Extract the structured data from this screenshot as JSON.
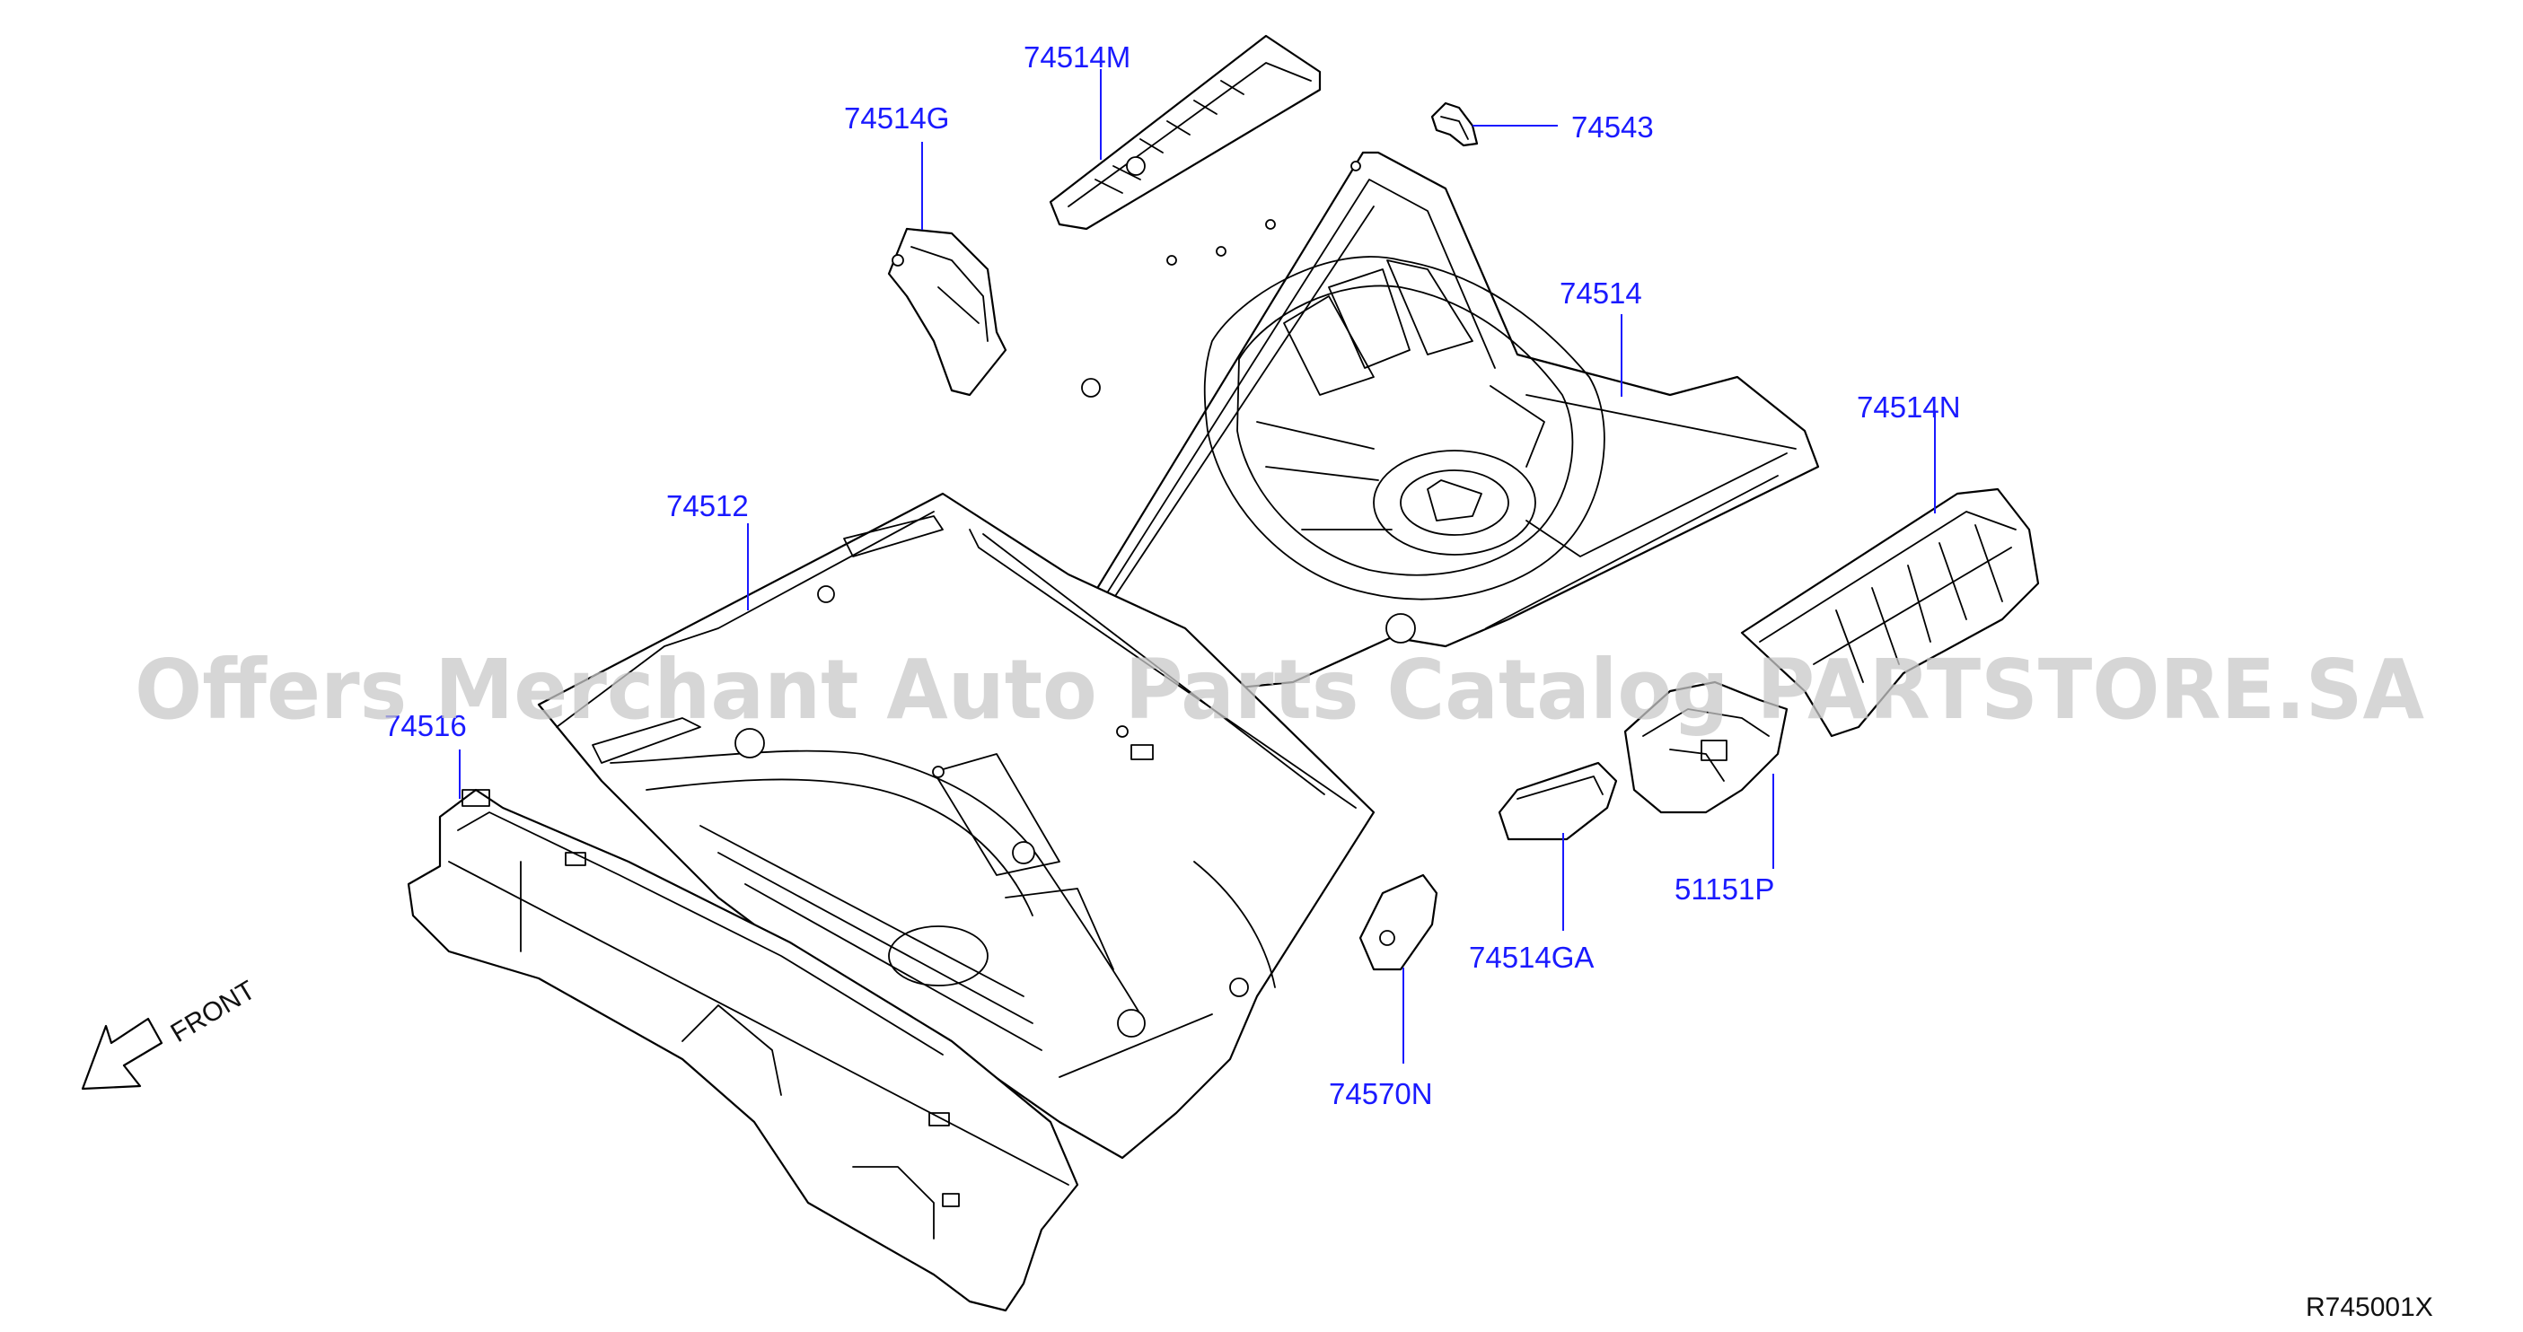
{
  "colors": {
    "label": "#1a1aff",
    "line": "#000000",
    "watermark": "#c8c8c8",
    "background": "#ffffff"
  },
  "watermark": "Offers Merchant Auto Parts Catalog PARTSTORE.SA",
  "direction": {
    "text": "FRONT",
    "icon": "arrow-outline-down-left"
  },
  "diagram_code": "R745001X",
  "parts": {
    "p74514M": "74514M",
    "p74514G": "74514G",
    "p74543": "74543",
    "p74514": "74514",
    "p74514N": "74514N",
    "p74512": "74512",
    "p74516": "74516",
    "p74514GA": "74514GA",
    "p51151P": "51151P",
    "p74570N": "74570N"
  }
}
